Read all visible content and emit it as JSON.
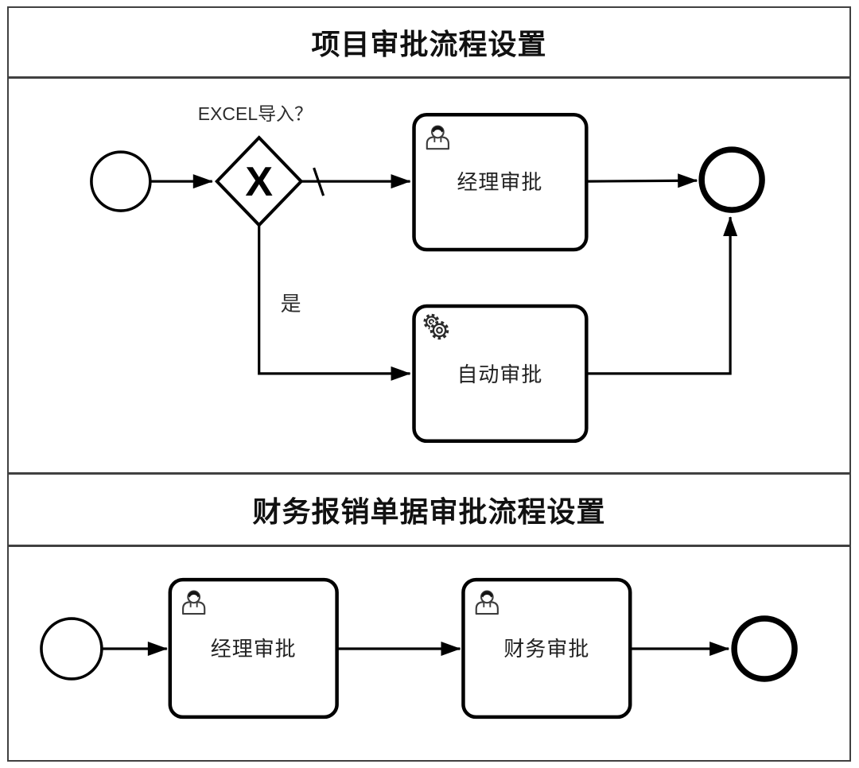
{
  "page": {
    "background": "#ffffff",
    "frame_color": "#404040",
    "diagram_line_color": "#000000"
  },
  "section1": {
    "title": "项目审批流程设置",
    "gateway": {
      "type": "exclusive-gateway",
      "label": "EXCEL导入？",
      "symbol": "X"
    },
    "flow_yes_label": "是",
    "default_flow_marker": "slash",
    "task_manager": {
      "label": "经理审批",
      "type": "user-task",
      "icon": "user-icon"
    },
    "task_auto": {
      "label": "自动审批",
      "type": "service-task",
      "icon": "gears-icon"
    }
  },
  "section2": {
    "title": "财务报销单据审批流程设置",
    "task_manager": {
      "label": "经理审批",
      "type": "user-task",
      "icon": "user-icon"
    },
    "task_finance": {
      "label": "财务审批",
      "type": "user-task",
      "icon": "user-icon"
    }
  }
}
